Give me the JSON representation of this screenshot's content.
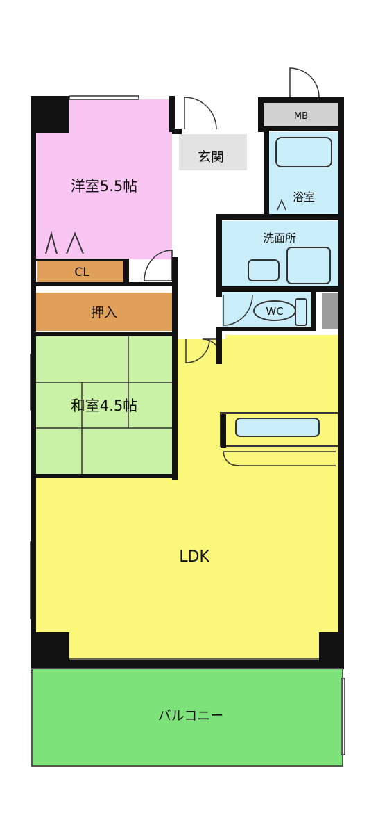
{
  "rooms": {
    "western": "洋室5.5帖",
    "closet": "CL",
    "oshiire": "押入",
    "japanese": "和室4.5帖",
    "ldk": "LDK",
    "balcony": "バルコニー",
    "entrance": "玄関",
    "bath": "浴室",
    "washroom": "洗面所",
    "wc": "WC",
    "mb": "MB"
  },
  "colors": {
    "western": "#f9c6f4",
    "closet": "#e0a05a",
    "japanese": "#c9f2a7",
    "ldk": "#fbf77a",
    "balcony": "#7ee27a",
    "wet": "#c9eef9",
    "wall": "#111111",
    "neutral": "#e3e3e3"
  }
}
